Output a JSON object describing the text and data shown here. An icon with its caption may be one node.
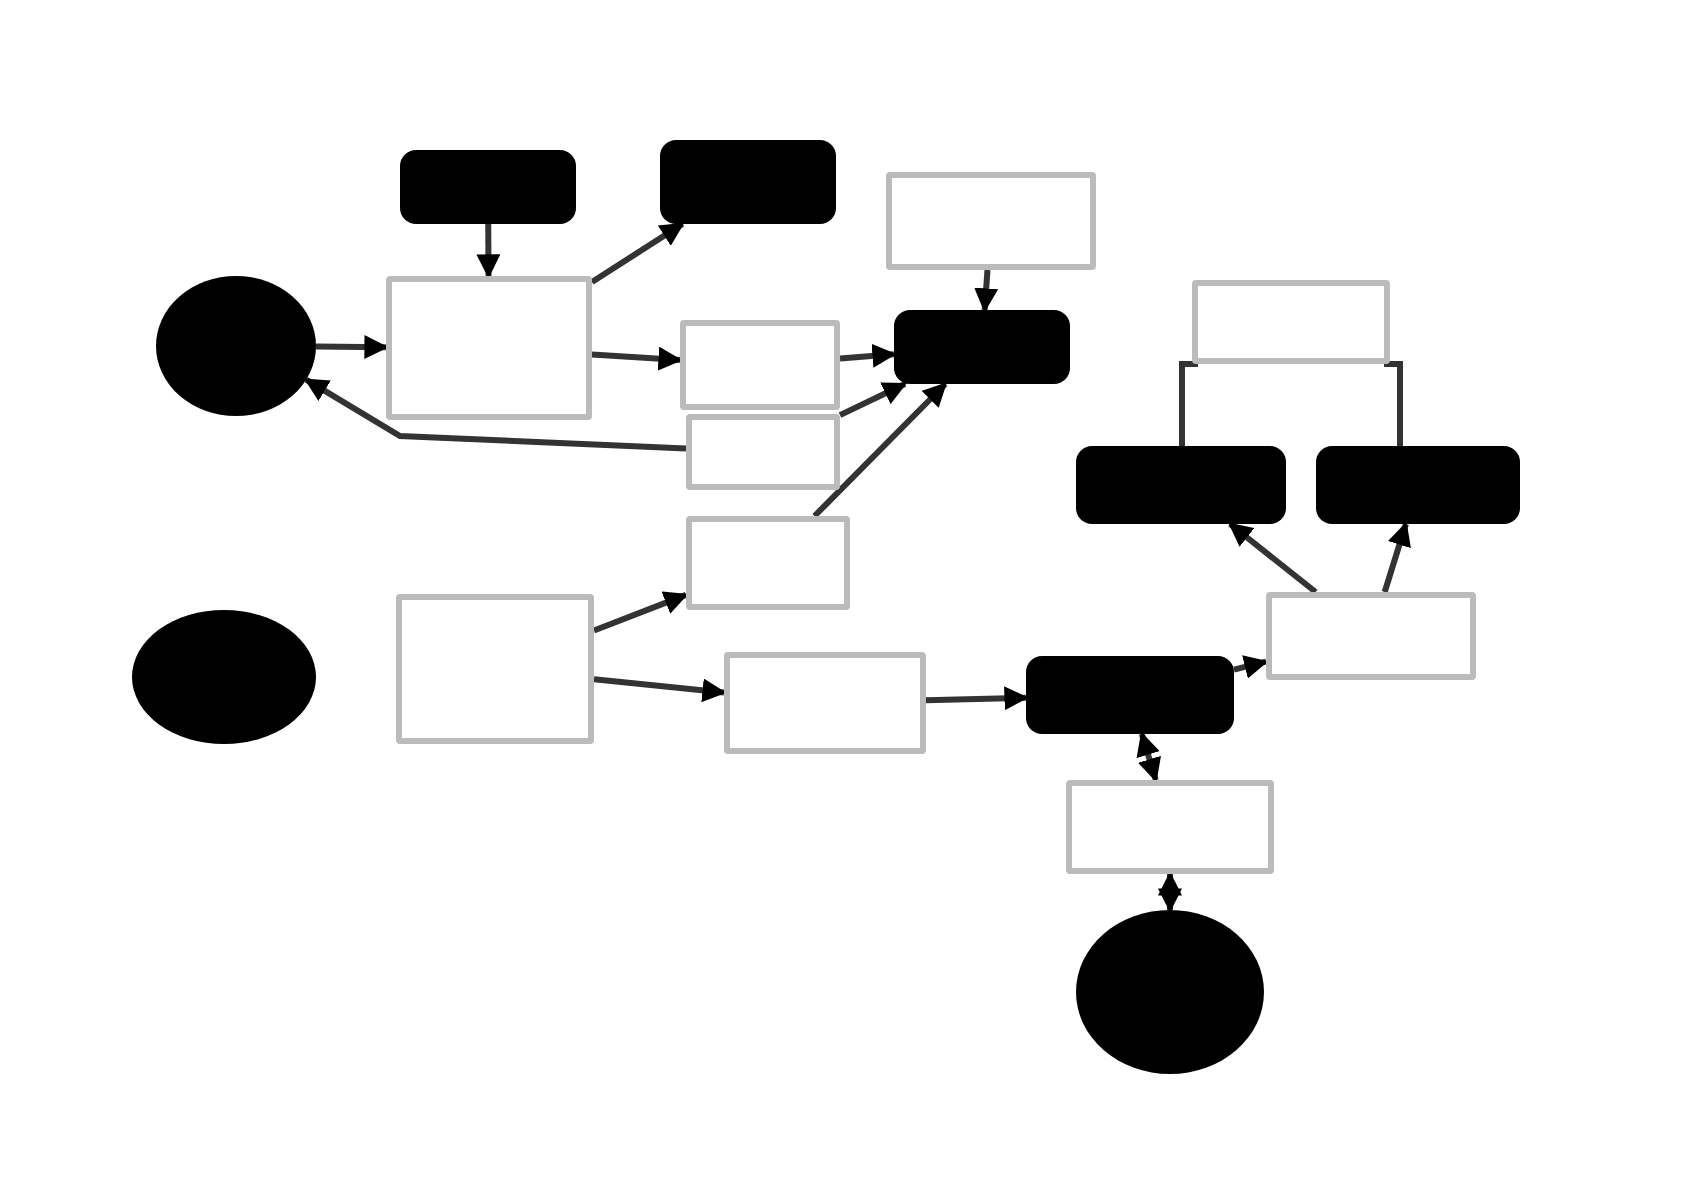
{
  "diagram": {
    "nodes": [
      {
        "text": [],
        "shape": "box"
      },
      {
        "text": [],
        "shape": "box"
      },
      {
        "text": [],
        "shape": "box"
      },
      {
        "text": [],
        "shape": "circle"
      },
      {
        "text": [],
        "shape": "box"
      },
      {
        "text": [],
        "shape": "box"
      },
      {
        "text": [],
        "shape": "box"
      },
      {
        "text": [],
        "shape": "box"
      },
      {
        "text": [],
        "shape": "box"
      },
      {
        "text": [],
        "shape": "box"
      },
      {
        "text": [],
        "shape": "box"
      },
      {
        "text": [],
        "shape": "box"
      },
      {
        "text": [],
        "shape": "circle"
      },
      {
        "text": [],
        "shape": "box"
      },
      {
        "text": [],
        "shape": "box"
      },
      {
        "text": [],
        "shape": "box"
      },
      {
        "text": [],
        "shape": "box"
      },
      {
        "text": [],
        "shape": "box"
      },
      {
        "text": [],
        "shape": "circle"
      }
    ],
    "edges": [
      {
        "from": 0,
        "to": 4,
        "arrow": "to"
      },
      {
        "from": 4,
        "to": 1,
        "arrow": "to"
      },
      {
        "from": 3,
        "to": 4,
        "arrow": "to"
      },
      {
        "from": 4,
        "to": 5,
        "arrow": "to"
      },
      {
        "from": 5,
        "to": 6,
        "arrow": "to"
      },
      {
        "from": 7,
        "to": 6,
        "arrow": "to"
      },
      {
        "from": 8,
        "to": 6,
        "arrow": "to"
      },
      {
        "from": 7,
        "to": 3,
        "arrow": "to"
      },
      {
        "from": 2,
        "to": 6,
        "arrow": "to"
      },
      {
        "from": 13,
        "to": 8,
        "arrow": "to"
      },
      {
        "from": 13,
        "to": 15,
        "arrow": "to"
      },
      {
        "from": 15,
        "to": 16,
        "arrow": "to"
      },
      {
        "from": 16,
        "to": 14,
        "arrow": "to"
      },
      {
        "from": 14,
        "to": 10,
        "arrow": "to"
      },
      {
        "from": 14,
        "to": 11,
        "arrow": "to"
      },
      {
        "from": 9,
        "to": 10,
        "arrow": "none"
      },
      {
        "from": 9,
        "to": 11,
        "arrow": "none"
      },
      {
        "from": 16,
        "to": 17,
        "arrow": "both"
      },
      {
        "from": 17,
        "to": 18,
        "arrow": "both"
      }
    ]
  }
}
